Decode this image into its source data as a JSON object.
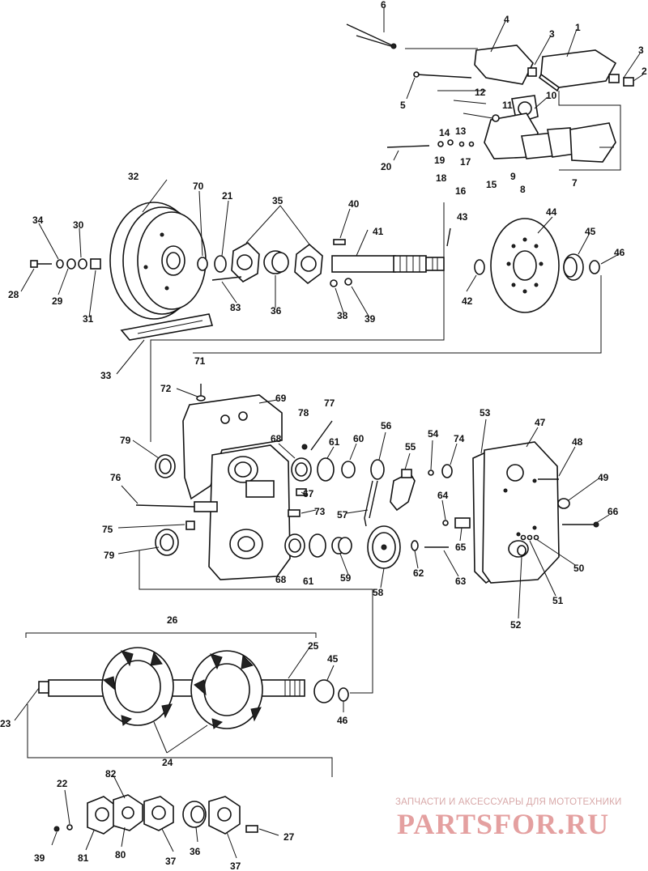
{
  "labels": {
    "l1": "1",
    "l2": "2",
    "l3a": "3",
    "l3b": "3",
    "l4": "4",
    "l5": "5",
    "l6": "6",
    "l7": "7",
    "l8": "8",
    "l9": "9",
    "l10": "10",
    "l11": "11",
    "l12": "12",
    "l13": "13",
    "l14": "14",
    "l15": "15",
    "l16": "16",
    "l17": "17",
    "l18": "18",
    "l19": "19",
    "l20": "20",
    "l21": "21",
    "l22": "22",
    "l23": "23",
    "l24": "24",
    "l25": "25",
    "l26": "26",
    "l27": "27",
    "l28": "28",
    "l29": "29",
    "l30": "30",
    "l31": "31",
    "l32": "32",
    "l33": "33",
    "l34": "34",
    "l35": "35",
    "l36a": "36",
    "l36b": "36",
    "l37a": "37",
    "l37b": "37",
    "l38": "38",
    "l39a": "39",
    "l39b": "39",
    "l40": "40",
    "l41": "41",
    "l42": "42",
    "l43": "43",
    "l44": "44",
    "l45a": "45",
    "l45b": "45",
    "l46a": "46",
    "l46b": "46",
    "l47": "47",
    "l48": "48",
    "l49": "49",
    "l50": "50",
    "l51": "51",
    "l52": "52",
    "l53": "53",
    "l54": "54",
    "l55": "55",
    "l56": "56",
    "l57": "57",
    "l58": "58",
    "l59": "59",
    "l60": "60",
    "l61a": "61",
    "l61b": "61",
    "l62": "62",
    "l63": "63",
    "l64": "64",
    "l65": "65",
    "l66": "66",
    "l67": "67",
    "l68a": "68",
    "l68b": "68",
    "l69": "69",
    "l70": "70",
    "l71": "71",
    "l72": "72",
    "l73": "73",
    "l74": "74",
    "l75": "75",
    "l76": "76",
    "l77": "77",
    "l78": "78",
    "l79a": "79",
    "l79b": "79",
    "l80": "80",
    "l81": "81",
    "l82": "82",
    "l83": "83"
  },
  "watermark": {
    "caption": "ЗАПЧАСТИ И АКСЕССУАРЫ ДЛЯ МОТОТЕХНИКИ",
    "brand": "PARTSFOR.RU",
    "color": "#e4a0a0"
  }
}
